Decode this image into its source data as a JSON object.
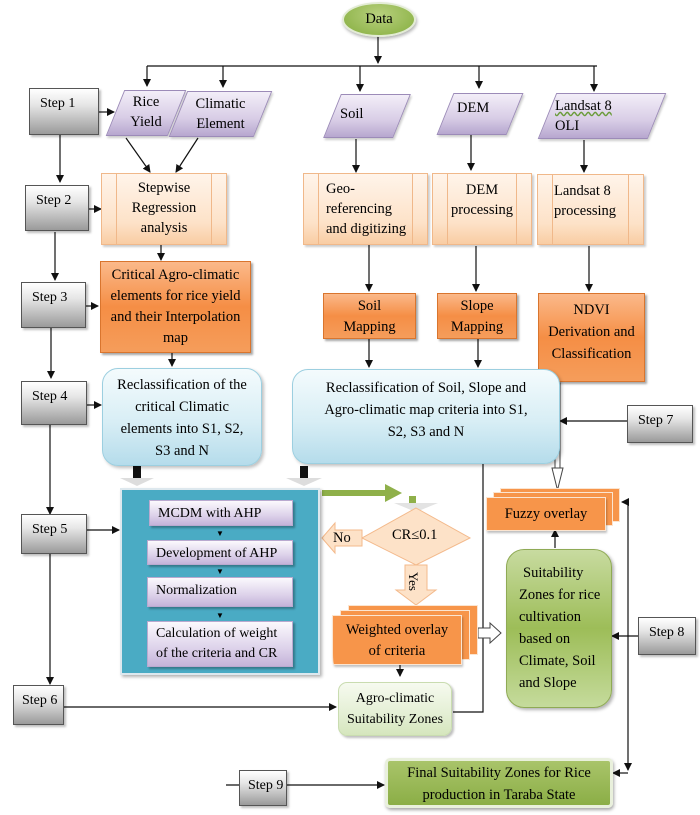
{
  "diagram": {
    "type": "flowchart",
    "start": {
      "label": "Data"
    },
    "steps": [
      "Step 1",
      "Step 2",
      "Step 3",
      "Step 4",
      "Step 5",
      "Step 6",
      "Step 7",
      "Step 8",
      "Step 9"
    ],
    "inputs": {
      "rice_yield": [
        "Rice",
        "Yield"
      ],
      "climatic_element": [
        "Climatic",
        "Element"
      ],
      "soil": [
        "Soil"
      ],
      "dem": [
        "DEM"
      ],
      "landsat": [
        "Landsat  8",
        "OLI"
      ]
    },
    "processing": {
      "stepwise_regression": [
        "Stepwise",
        "Regression",
        "analysis"
      ],
      "georeferencing": [
        "Geo-",
        "referencing",
        "and digitizing"
      ],
      "dem_processing": [
        "DEM",
        "processing"
      ],
      "landsat_processing": [
        "Landsat 8",
        "processing"
      ]
    },
    "outputs": {
      "critical_elements": [
        "Critical Agro-climatic",
        "elements for rice yield",
        "and their Interpolation",
        "map"
      ],
      "soil_mapping": [
        "Soil",
        "Mapping"
      ],
      "slope_mapping": [
        "Slope",
        "Mapping"
      ],
      "ndvi": [
        "NDVI",
        "Derivation and",
        "Classification"
      ]
    },
    "reclass": {
      "climatic": [
        "Reclassification of the",
        "critical Climatic",
        "elements into S1, S2,",
        "S3 and N"
      ],
      "soil_slope": [
        "Reclassification of Soil, Slope and",
        "Agro-climatic map criteria into S1,",
        "S2, S3 and N"
      ]
    },
    "mcdm": {
      "items": [
        "MCDM with AHP",
        "Development of AHP",
        "Normalization",
        "Calculation of weight",
        "of the criteria and CR"
      ]
    },
    "decision": {
      "label": "CR≤0.1",
      "no_label": "No",
      "yes_label": "Yes"
    },
    "weighted_overlay": [
      "Weighted overlay",
      "of criteria"
    ],
    "fuzzy_overlay": "Fuzzy overlay",
    "agro_zones": [
      "Agro-climatic",
      "Suitability Zones"
    ],
    "suitability_zones": [
      "Suitability",
      "Zones for rice",
      "cultivation",
      "based on",
      "Climate, Soil",
      "and Slope"
    ],
    "final": [
      "Final Suitability Zones for Rice",
      "production in Taraba State"
    ]
  },
  "colors": {
    "input_lavender": "#d8cde6",
    "process_peach": "#fde2c8",
    "output_orange": "#f58e45",
    "reclass_blue": "#d8eef5",
    "mcdm_teal": "#4aabc4",
    "green": "#9dbd58",
    "step_gray": "#9a9a9a"
  }
}
